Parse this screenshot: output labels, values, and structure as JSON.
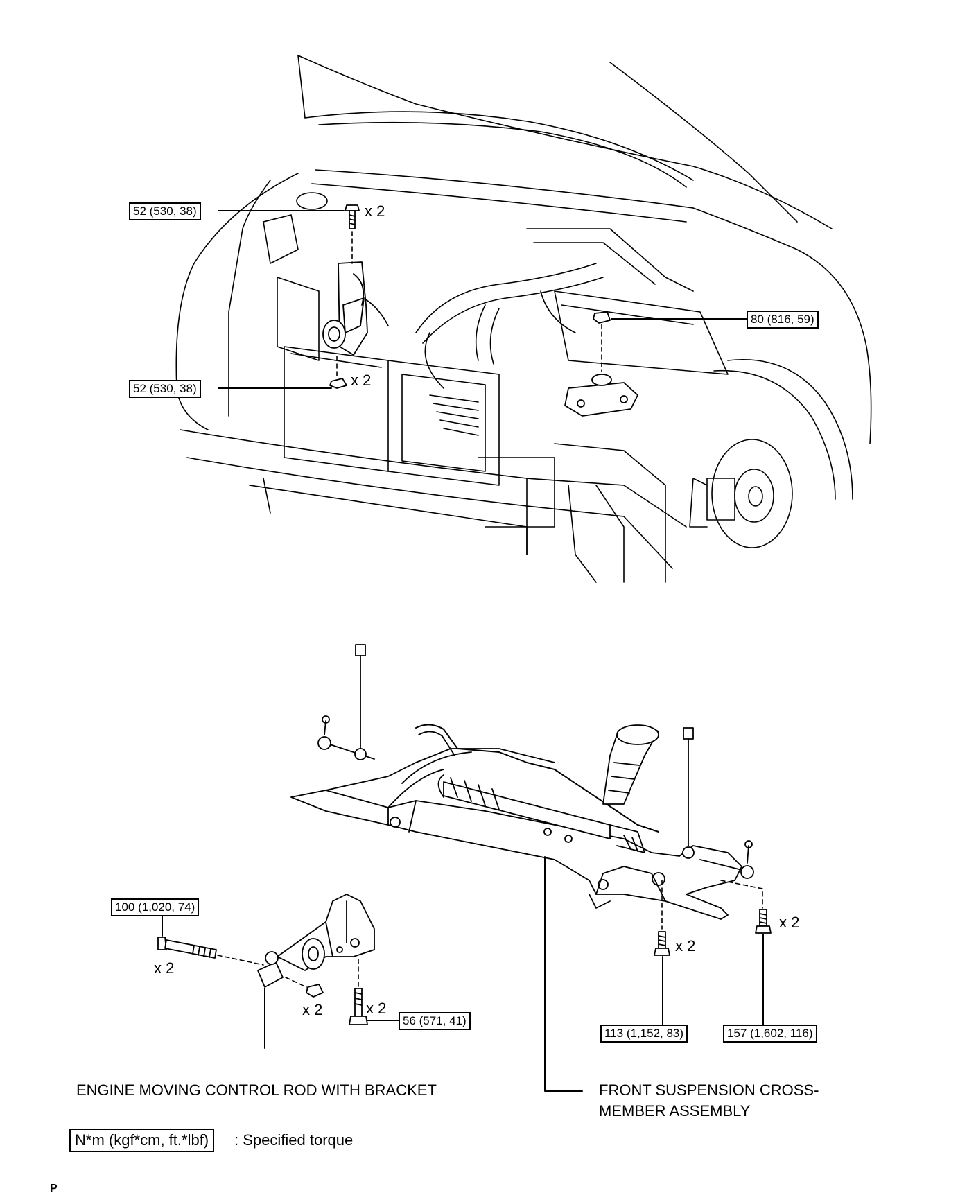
{
  "torque_callouts": {
    "upper_bolt": "52 (530, 38)",
    "upper_nut": "52 (530, 38)",
    "mount_nut": "80 (816, 59)",
    "rod_bolt": "100 (1,020, 74)",
    "bracket_bolt": "56 (571, 41)",
    "member_bolt_front": "113 (1,152, 83)",
    "member_bolt_rear": "157 (1,602, 116)"
  },
  "quantities": {
    "upper_bolt": "x 2",
    "upper_nut": "x 2",
    "rod_bolt": "x 2",
    "rod_nut": "x 2",
    "bracket_bolt": "x 2",
    "member_bolt_front": "x 2",
    "member_bolt_rear": "x 2"
  },
  "part_labels": {
    "engine_rod": "ENGINE MOVING CONTROL ROD WITH BRACKET",
    "crossmember_line1": "FRONT SUSPENSION CROSS-",
    "crossmember_line2": "MEMBER ASSEMBLY"
  },
  "legend": {
    "unit_box": "N*m (kgf*cm, ft.*lbf)",
    "description": ": Specified torque"
  },
  "page_mark": "P"
}
